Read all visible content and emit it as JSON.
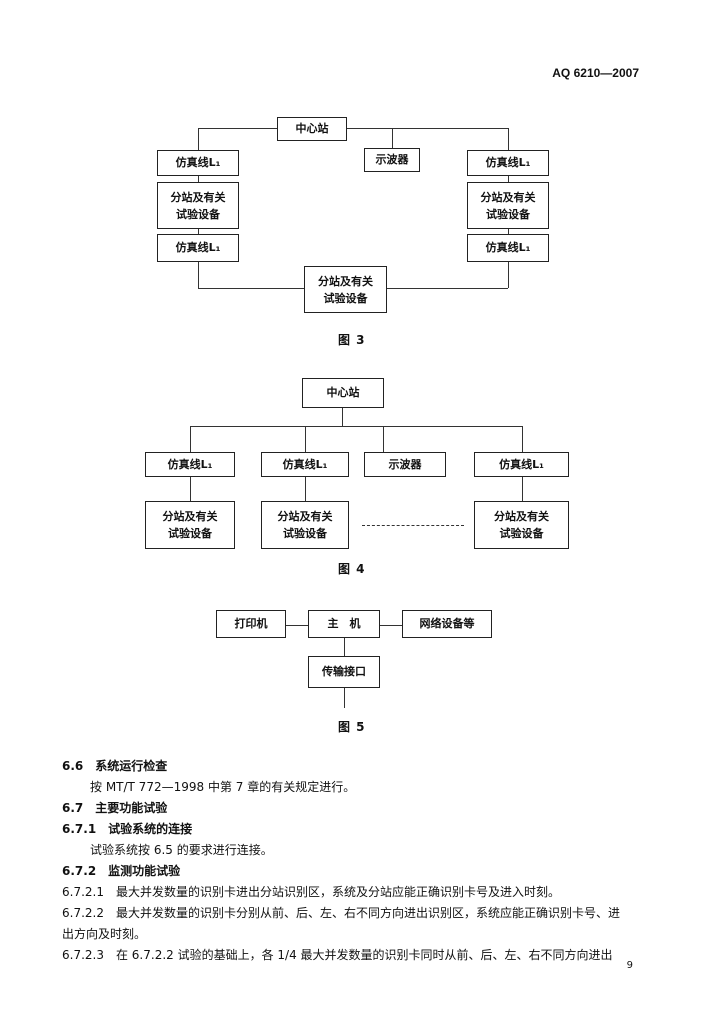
{
  "header": {
    "standard_code": "AQ 6210—2007"
  },
  "fig3": {
    "center": "中心站",
    "left_line_top": "仿真线L₁",
    "left_sub": [
      "分站及有关",
      "试验设备"
    ],
    "left_line_bottom": "仿真线L₁",
    "scope": "示波器",
    "right_line_top": "仿真线L₁",
    "right_sub": [
      "分站及有关",
      "试验设备"
    ],
    "right_line_bottom": "仿真线L₁",
    "bottom_sub": [
      "分站及有关",
      "试验设备"
    ],
    "caption": "图 3"
  },
  "fig4": {
    "center": "中心站",
    "line1": "仿真线L₁",
    "line2": "仿真线L₁",
    "scope": "示波器",
    "line3": "仿真线L₁",
    "sub1": [
      "分站及有关",
      "试验设备"
    ],
    "sub2": [
      "分站及有关",
      "试验设备"
    ],
    "sub3": [
      "分站及有关",
      "试验设备"
    ],
    "caption": "图 4"
  },
  "fig5": {
    "printer": "打印机",
    "host": "主　机",
    "network": "网络设备等",
    "interface": "传输接口",
    "caption": "图 5"
  },
  "body": [
    {
      "num": "6.6",
      "text": "系统运行检查",
      "bold": true
    },
    {
      "num": "",
      "text": "按 MT/T 772—1998 中第 7 章的有关规定进行。",
      "indent": true
    },
    {
      "num": "6.7",
      "text": "主要功能试验",
      "bold": true
    },
    {
      "num": "6.7.1",
      "text": "试验系统的连接",
      "bold": true
    },
    {
      "num": "",
      "text": "试验系统按 6.5 的要求进行连接。",
      "indent": true
    },
    {
      "num": "6.7.2",
      "text": "监测功能试验",
      "bold": true
    },
    {
      "num": "6.7.2.1",
      "text": "最大并发数量的识别卡进出分站识别区，系统及分站应能正确识别卡号及进入时刻。"
    },
    {
      "num": "6.7.2.2",
      "text": "最大并发数量的识别卡分别从前、后、左、右不同方向进出识别区，系统应能正确识别卡号、进"
    },
    {
      "num": "",
      "text": "出方向及时刻。"
    },
    {
      "num": "6.7.2.3",
      "text": "在 6.7.2.2 试验的基础上，各 1/4 最大并发数量的识别卡同时从前、后、左、右不同方向进出"
    }
  ],
  "page_number": "9"
}
